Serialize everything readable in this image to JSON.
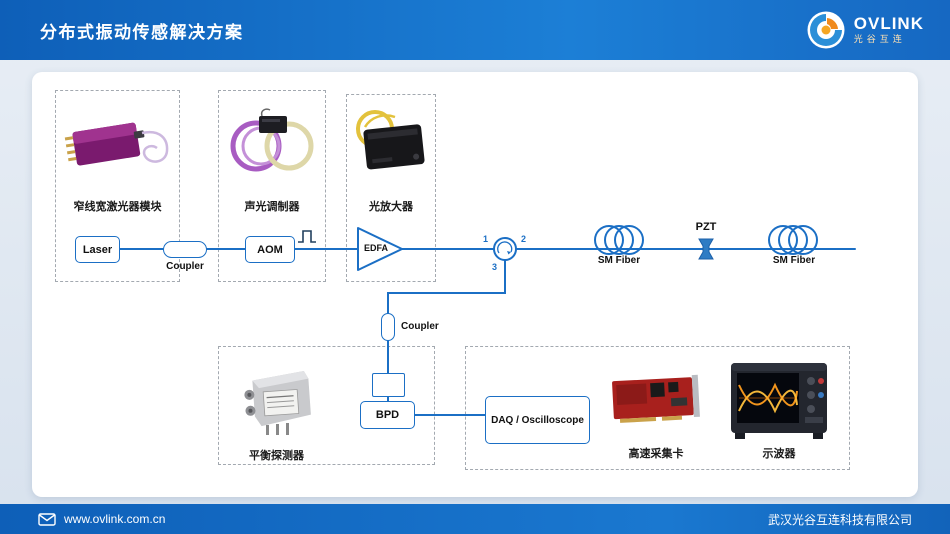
{
  "header": {
    "title": "分布式振动传感解决方案",
    "logo": {
      "name": "OVLINK",
      "subtitle": "光谷互连"
    }
  },
  "diagram": {
    "group_laser_label": "窄线宽激光器模块",
    "group_aom_label": "声光调制器",
    "group_amp_label": "光放大器",
    "group_detector_label": "平衡探测器",
    "group_daq_card_label": "高速采集卡",
    "group_scope_label": "示波器",
    "laser": "Laser",
    "coupler1": "Coupler",
    "aom": "AOM",
    "edfa": "EDFA",
    "port1": "1",
    "port2": "2",
    "port3": "3",
    "sm_fiber1": "SM Fiber",
    "pzt": "PZT",
    "sm_fiber2": "SM Fiber",
    "coupler2": "Coupler",
    "bpd": "BPD",
    "daq": "DAQ / Oscilloscope"
  },
  "footer": {
    "website": "www.ovlink.com.cn",
    "company": "武汉光谷互连科技有限公司"
  },
  "colors": {
    "accent_blue": "#1b6fc5",
    "header_blue": "#1068c2",
    "logo_orange": "#f08a1d"
  }
}
